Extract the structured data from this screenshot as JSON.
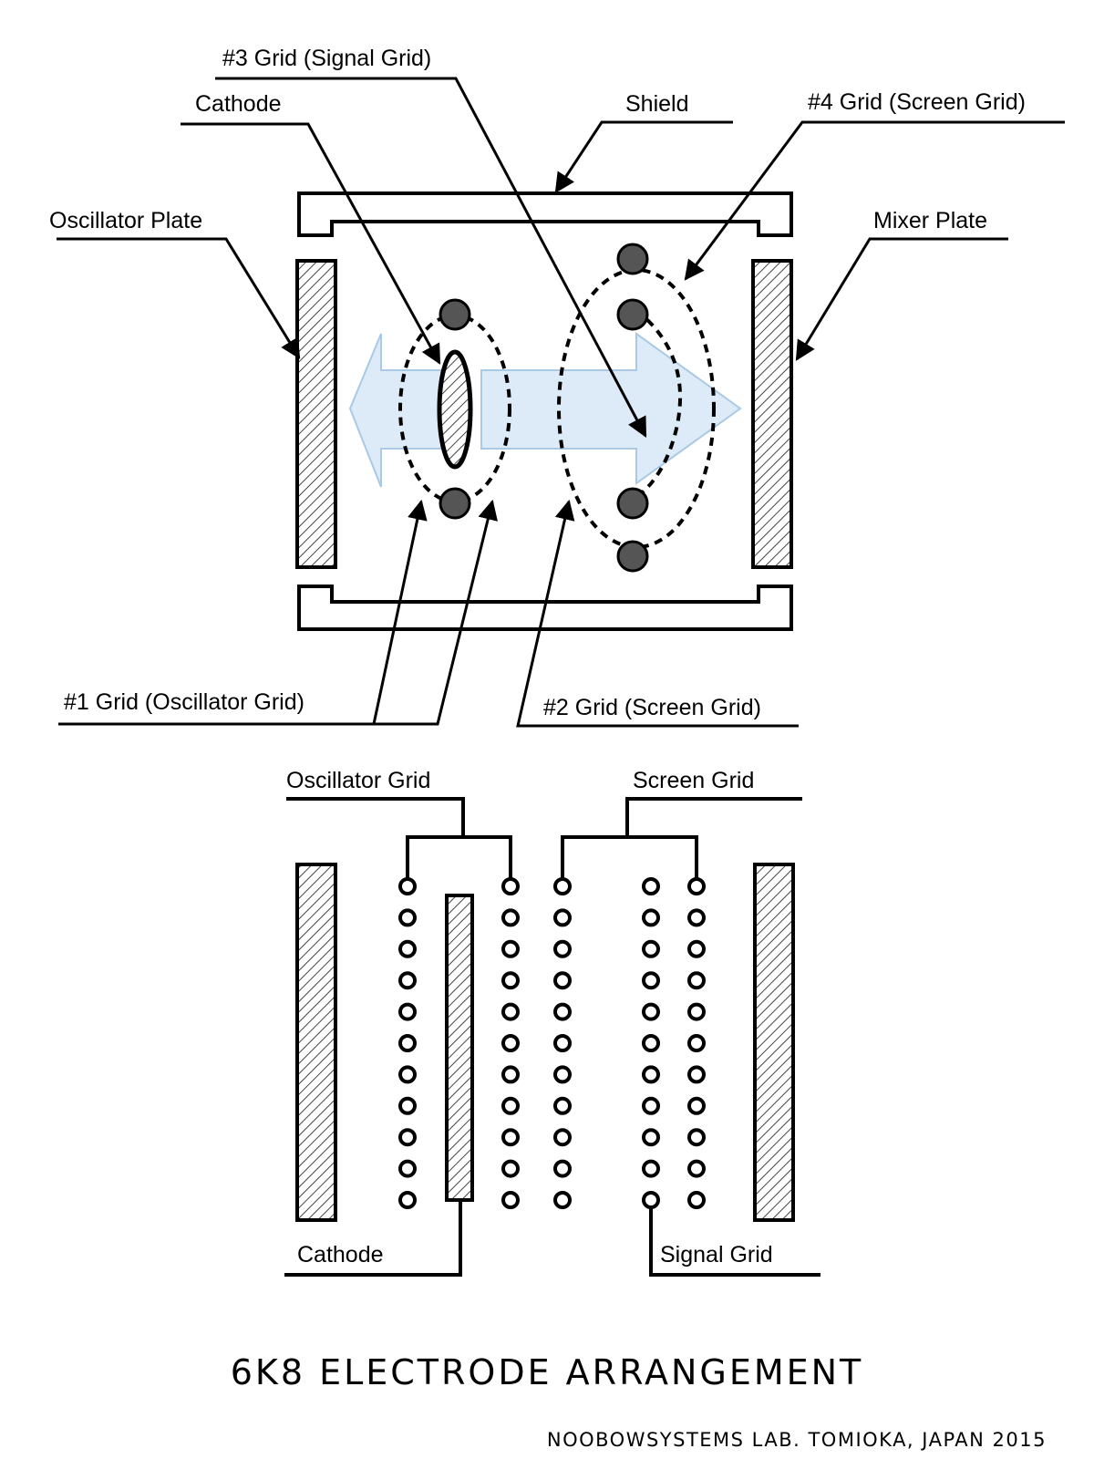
{
  "labels": {
    "signal_grid_3": "#3 Grid (Signal Grid)",
    "cathode_top": "Cathode",
    "shield": "Shield",
    "screen_grid_4": "#4 Grid (Screen Grid)",
    "oscillator_plate": "Oscillator Plate",
    "mixer_plate": "Mixer Plate",
    "oscillator_grid_1": "#1 Grid (Oscillator Grid)",
    "screen_grid_2": "#2 Grid (Screen Grid)",
    "oscillator_grid": "Oscillator Grid",
    "screen_grid": "Screen Grid",
    "cathode_bottom": "Cathode",
    "signal_grid": "Signal Grid"
  },
  "title": "6K8 ELECTRODE ARRANGEMENT",
  "credit": "NOOBOWSYSTEMS LAB. TOMIOKA, JAPAN 2015",
  "colors": {
    "stroke": "#000000",
    "grid_post_fill": "#555555",
    "electron_flow_fill": "#dcebf7",
    "electron_flow_stroke": "#a9c9e4"
  }
}
